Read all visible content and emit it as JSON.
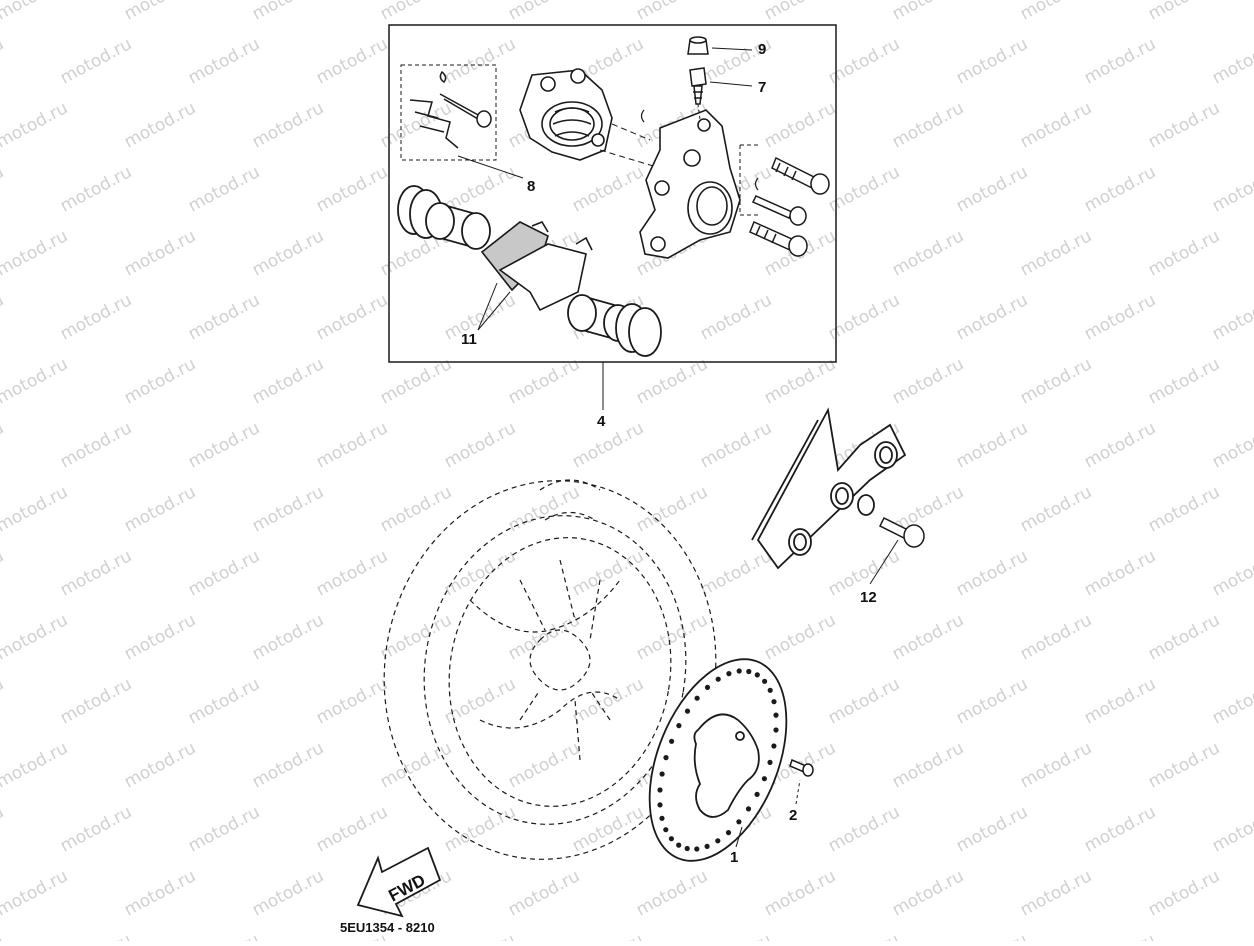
{
  "watermark": "motod.ru",
  "diagram_code": "5EU1354 - 8210",
  "fwd_label": "FWD",
  "callouts": {
    "c9": "9",
    "c7": "7",
    "c8": "8",
    "c11": "11",
    "c4": "4",
    "c12": "12",
    "c2": "2",
    "c1": "1"
  },
  "colors": {
    "line": "#1a1a1a",
    "watermark": "#cfcfcf",
    "pad": "#c8c8c8"
  }
}
